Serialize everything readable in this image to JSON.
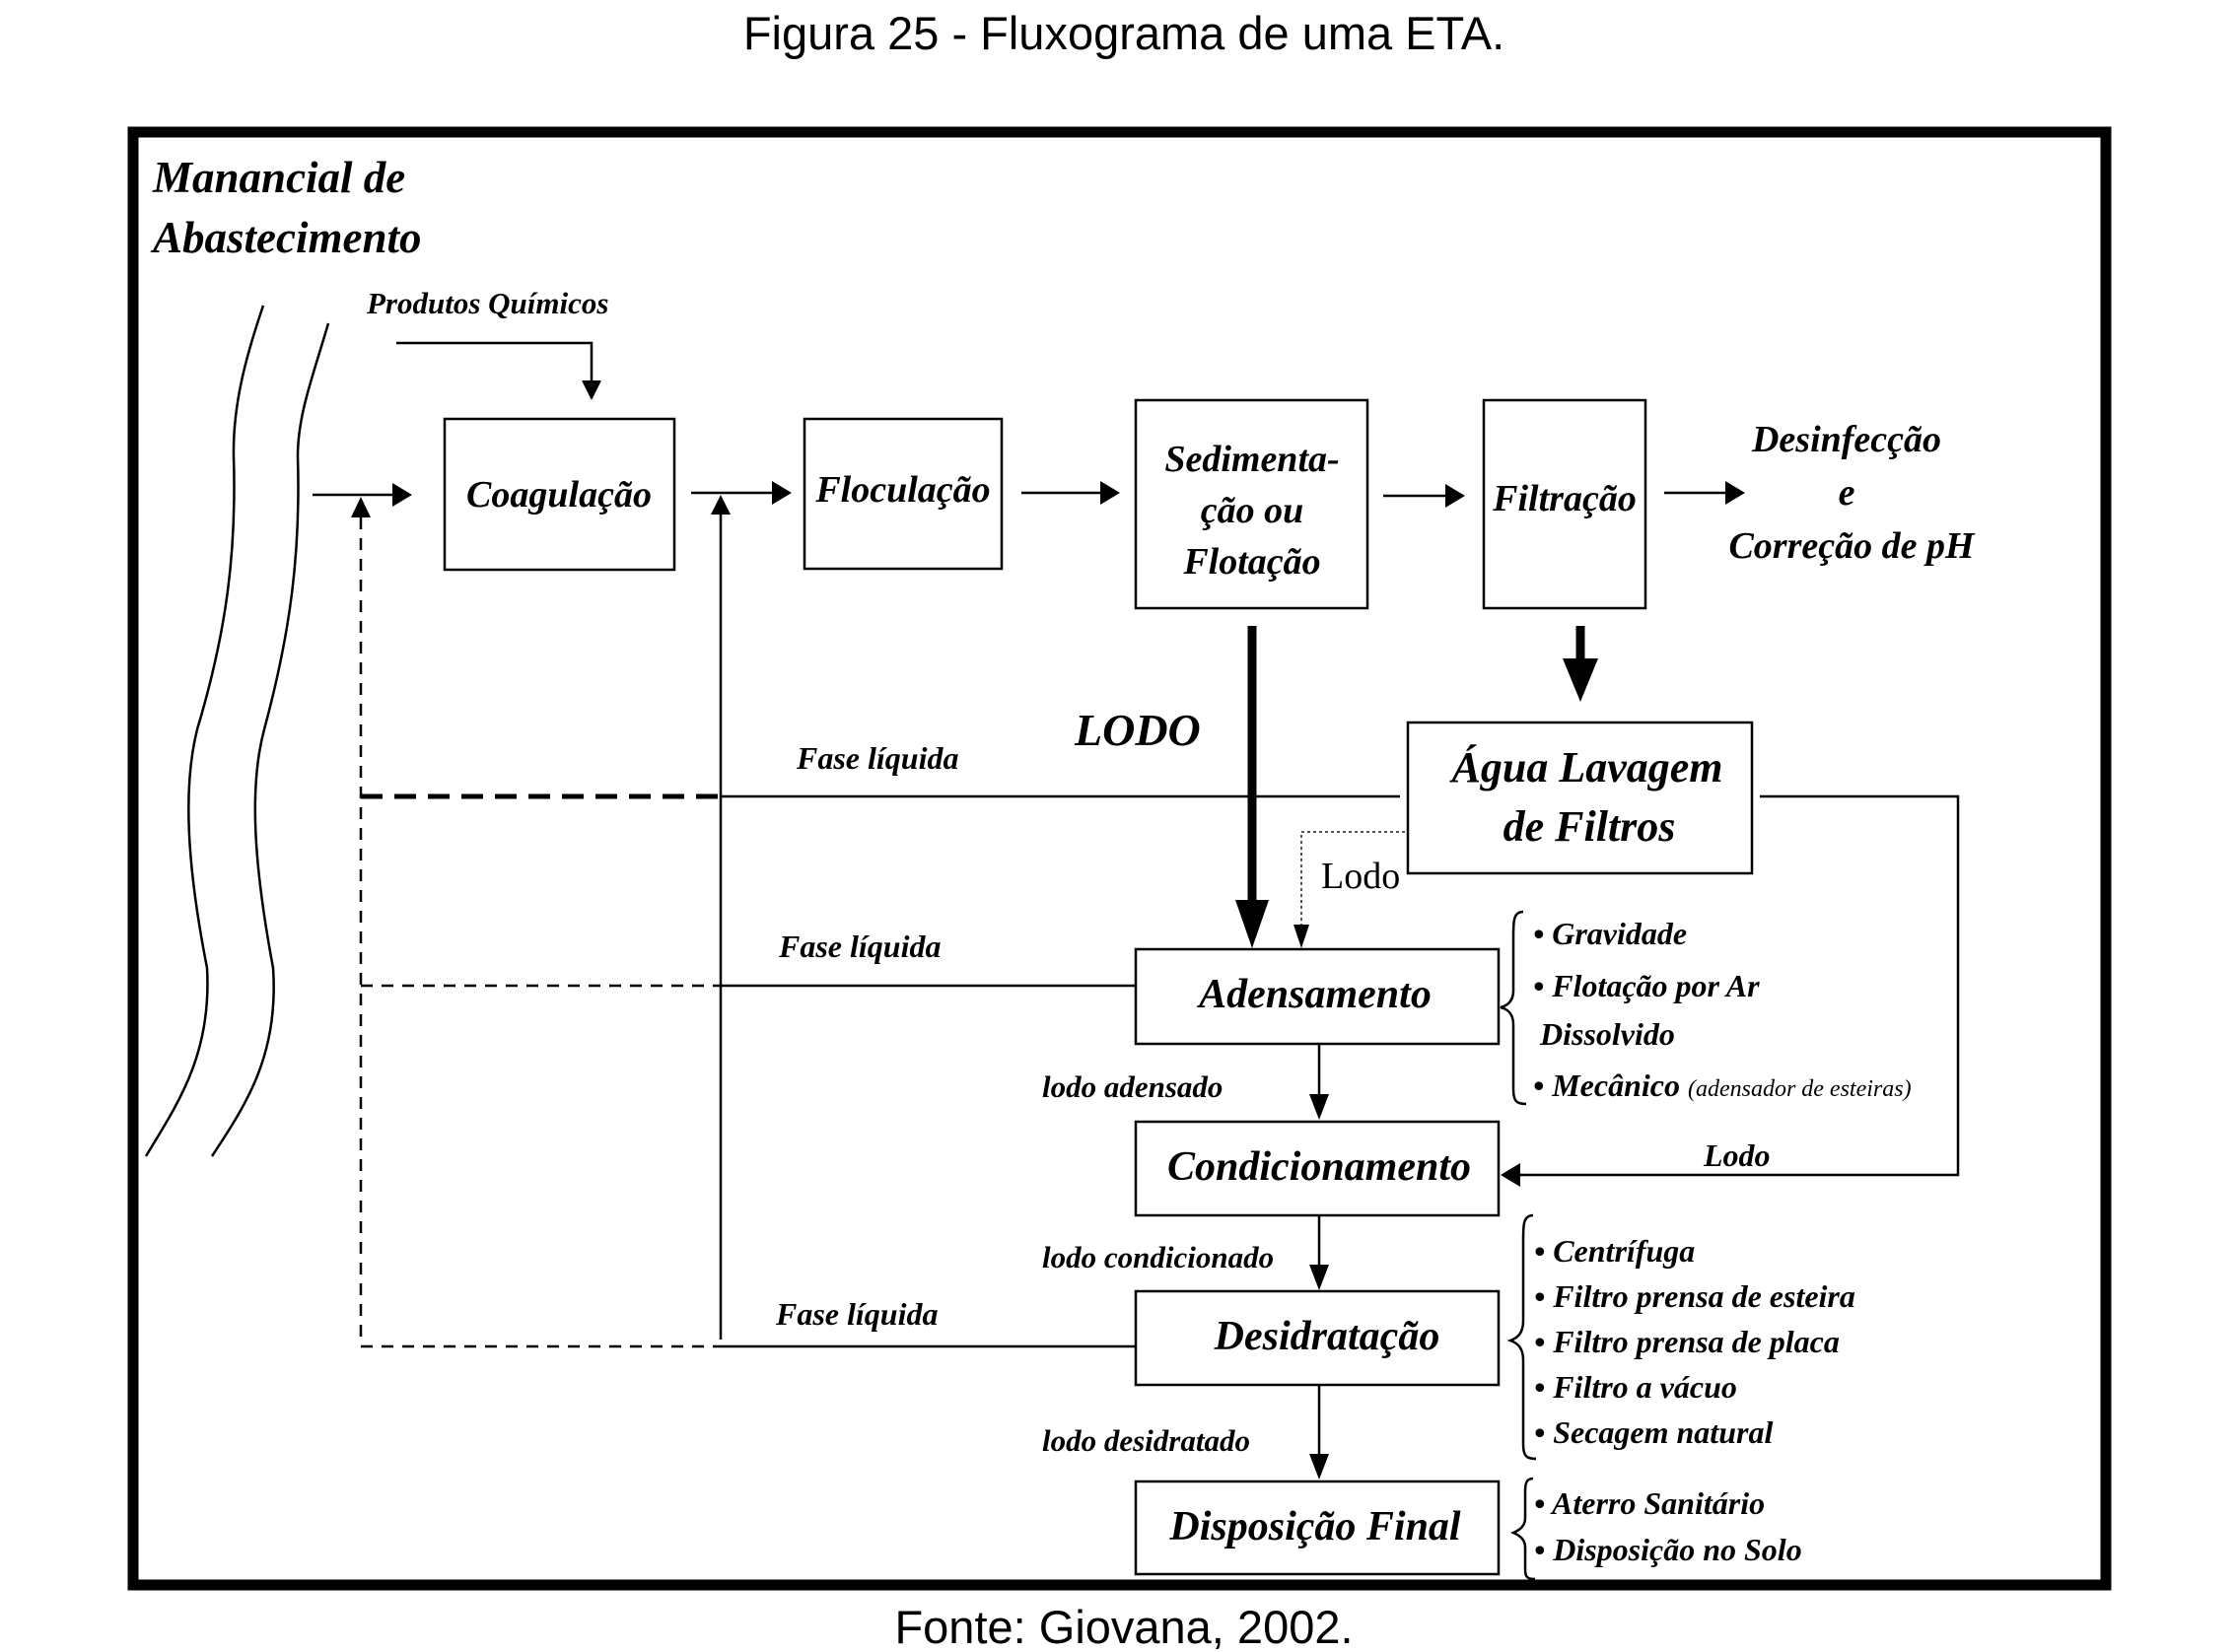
{
  "figure": {
    "title": "Figura 25 - Fluxograma de uma ETA.",
    "source": "Fonte: Giovana, 2002."
  },
  "diagram": {
    "water_source": [
      "Manancial de",
      "Abastecimento"
    ],
    "chemicals_label": "Produtos Químicos",
    "main_line": {
      "coagulation": "Coagulação",
      "flocculation": "Floculação",
      "sedimentation": [
        "Sedimenta-",
        "ção ou",
        "Flotação"
      ],
      "filtration": "Filtração",
      "disinfection": [
        "Desinfecção",
        "e",
        "Correção de pH"
      ]
    },
    "sludge_label": "LODO",
    "filter_wash": [
      "Água Lavagem",
      "de Filtros"
    ],
    "filter_wash_sludge": "Lodo",
    "liquid_phase_labels": [
      "Fase líquida",
      "Fase líquida",
      "Fase líquida"
    ],
    "sludge_line": {
      "thickening": "Adensamento",
      "thickened_label": "lodo adensado",
      "conditioning": "Condicionamento",
      "conditioned_label": "lodo condicionado",
      "dewatering": "Desidratação",
      "dewatered_label": "lodo desidratado",
      "final_disposal": "Disposição Final",
      "return_sludge_label": "Lodo"
    },
    "thickening_methods": {
      "items": [
        "Gravidade",
        "Flotação por Ar",
        "Dissolvido",
        "Mecânico"
      ],
      "note": "(adensador de esteiras)"
    },
    "dewatering_methods": [
      "Centrífuga",
      "Filtro prensa de esteira",
      "Filtro prensa de placa",
      "Filtro a vácuo",
      "Secagem natural"
    ],
    "disposal_methods": [
      "Aterro Sanitário",
      "Disposição no Solo"
    ],
    "bullet": "•"
  }
}
